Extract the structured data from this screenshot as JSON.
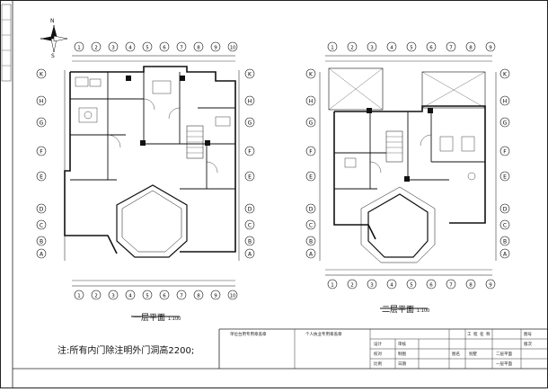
{
  "drawing": {
    "compass_north": "N",
    "compass_south": "S",
    "plan_1_title": "一层平面",
    "plan_1_scale": "1:100",
    "plan_2_title": "二层平面",
    "plan_2_scale": "1:100",
    "note": "注:所有内门除注明外门洞高2200;"
  },
  "grid_axes": {
    "row_labels": [
      "K",
      "H",
      "G",
      "F",
      "E",
      "D",
      "C",
      "B",
      "A"
    ],
    "col_labels_plan1": [
      "1",
      "2",
      "3",
      "4",
      "5",
      "6",
      "7",
      "8",
      "9",
      "10"
    ],
    "col_labels_plan2": [
      "1",
      "2",
      "3",
      "4",
      "5",
      "6",
      "7",
      "8",
      "9"
    ]
  },
  "title_block": {
    "unit_label_1": "单位台用专用章盖章",
    "unit_label_2": "个人执业专用章盖章",
    "cells": [
      "工",
      "程",
      "名",
      "称",
      "图号",
      "设计",
      "审核",
      "校对",
      "制图",
      "比例",
      "日期",
      "二层平面",
      "一层平面",
      "别墅",
      "图名",
      "版次"
    ]
  }
}
